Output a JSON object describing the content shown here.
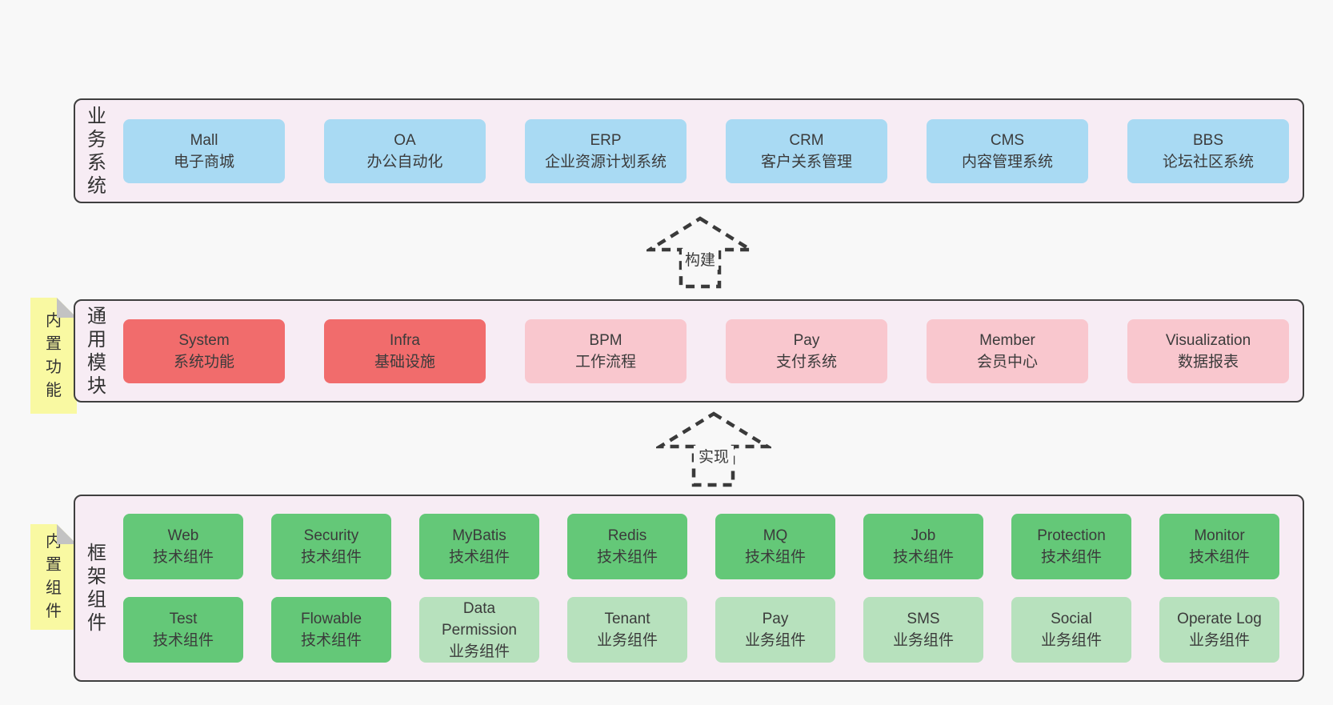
{
  "colors": {
    "pageBg": "#f8f8f8",
    "containerBg": "#f7ecf4",
    "borderCol": "#3f3f3f",
    "blue": "#a9daf3",
    "red": "#f16c6c",
    "pink": "#f9c7ce",
    "green": "#64c878",
    "lightgreen": "#b7e1bd",
    "yellow": "#f9f9a2"
  },
  "notes": {
    "features": "内置功能",
    "components": "内置组件"
  },
  "arrows": [
    {
      "label": "构建"
    },
    {
      "label": "实现"
    }
  ],
  "sections": {
    "business": {
      "label": "业务系统",
      "boxes": [
        {
          "name": "Mall",
          "desc": "电子商城",
          "variant": "blue"
        },
        {
          "name": "OA",
          "desc": "办公自动化",
          "variant": "blue"
        },
        {
          "name": "ERP",
          "desc": "企业资源计划系统",
          "variant": "blue"
        },
        {
          "name": "CRM",
          "desc": "客户关系管理",
          "variant": "blue"
        },
        {
          "name": "CMS",
          "desc": "内容管理系统",
          "variant": "blue"
        },
        {
          "name": "BBS",
          "desc": "论坛社区系统",
          "variant": "blue"
        }
      ]
    },
    "modules": {
      "label": "通用模块",
      "boxes": [
        {
          "name": "System",
          "desc": "系统功能",
          "variant": "red"
        },
        {
          "name": "Infra",
          "desc": "基础设施",
          "variant": "red"
        },
        {
          "name": "BPM",
          "desc": "工作流程",
          "variant": "pink"
        },
        {
          "name": "Pay",
          "desc": "支付系统",
          "variant": "pink"
        },
        {
          "name": "Member",
          "desc": "会员中心",
          "variant": "pink"
        },
        {
          "name": "Visualization",
          "desc": "数据报表",
          "variant": "pink"
        }
      ]
    },
    "framework": {
      "label": "框架组件",
      "row1": [
        {
          "name": "Web",
          "desc": "技术组件",
          "variant": "green"
        },
        {
          "name": "Security",
          "desc": "技术组件",
          "variant": "green"
        },
        {
          "name": "MyBatis",
          "desc": "技术组件",
          "variant": "green"
        },
        {
          "name": "Redis",
          "desc": "技术组件",
          "variant": "green"
        },
        {
          "name": "MQ",
          "desc": "技术组件",
          "variant": "green"
        },
        {
          "name": "Job",
          "desc": "技术组件",
          "variant": "green"
        },
        {
          "name": "Protection",
          "desc": "技术组件",
          "variant": "green"
        },
        {
          "name": "Monitor",
          "desc": "技术组件",
          "variant": "green"
        }
      ],
      "row2": [
        {
          "name": "Test",
          "desc": "技术组件",
          "variant": "green"
        },
        {
          "name": "Flowable",
          "desc": "技术组件",
          "variant": "green"
        },
        {
          "name": "Data Permission",
          "desc": "业务组件",
          "variant": "lightgreen"
        },
        {
          "name": "Tenant",
          "desc": "业务组件",
          "variant": "lightgreen"
        },
        {
          "name": "Pay",
          "desc": "业务组件",
          "variant": "lightgreen"
        },
        {
          "name": "SMS",
          "desc": "业务组件",
          "variant": "lightgreen"
        },
        {
          "name": "Social",
          "desc": "业务组件",
          "variant": "lightgreen"
        },
        {
          "name": "Operate Log",
          "desc": "业务组件",
          "variant": "lightgreen"
        }
      ]
    }
  }
}
